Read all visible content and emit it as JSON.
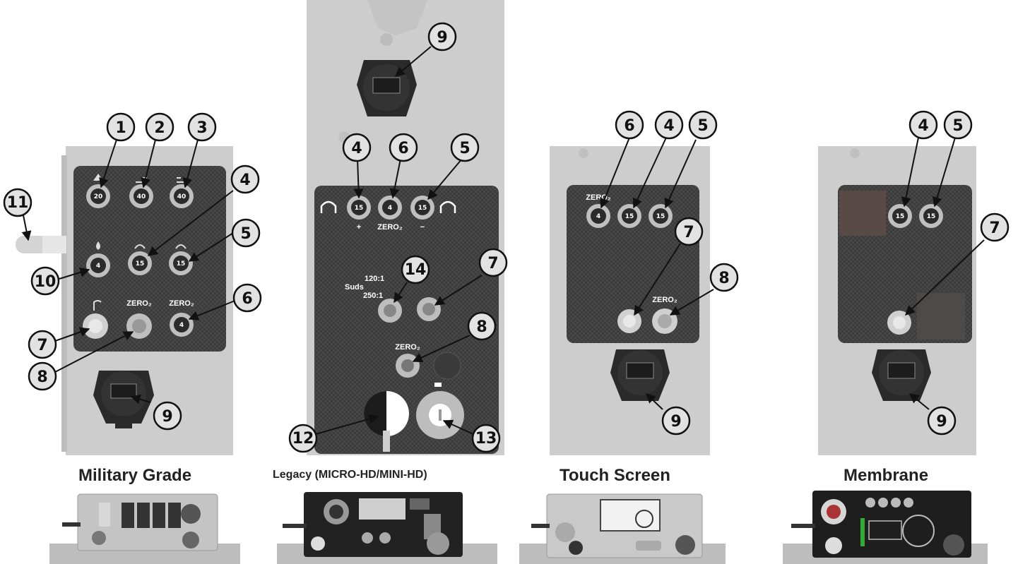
{
  "panels": {
    "military": {
      "title": "Military Grade"
    },
    "legacy": {
      "title": "Legacy (MICRO-HD/MINI-HD)"
    },
    "touch": {
      "title": "Touch Screen"
    },
    "membrane": {
      "title": "Membrane"
    }
  },
  "buttons": {
    "m1": "20",
    "m2": "40",
    "m3": "40",
    "m10": "4",
    "m4": "15",
    "m5": "15",
    "m6": "4",
    "l4": "15",
    "l6": "4",
    "l5": "15",
    "t6": "4",
    "t4": "15",
    "t5": "15",
    "b4": "15",
    "b5": "15"
  },
  "panel_text": {
    "zero_label": "ZERO₂",
    "plus": "+",
    "minus": "−",
    "suds": "Suds",
    "ratio1": "120:1",
    "ratio2": "250:1"
  },
  "callouts": {
    "m1": "1",
    "m2": "2",
    "m3": "3",
    "m4": "4",
    "m5": "5",
    "m6": "6",
    "m7": "7",
    "m8": "8",
    "m9": "9",
    "m10": "10",
    "m11": "11",
    "l9": "9",
    "l4": "4",
    "l6": "6",
    "l5": "5",
    "l14": "14",
    "l7": "7",
    "l8": "8",
    "l12": "12",
    "l13": "13",
    "t6": "6",
    "t4": "4",
    "t5": "5",
    "t7": "7",
    "t8": "8",
    "t9": "9",
    "b4": "4",
    "b5": "5",
    "b7": "7",
    "b9": "9"
  },
  "colors": {
    "housing": "#cfcfcf",
    "panel": "#3f3f3f",
    "callout_fill": "#e2e2e2",
    "button_ring": "#d8d8d8"
  }
}
